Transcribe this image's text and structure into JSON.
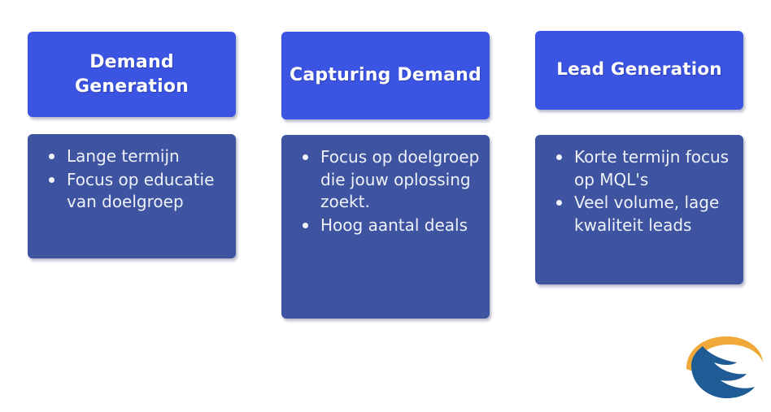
{
  "slide": {
    "background_color": "#ffffff",
    "header_color": "#3b54e2",
    "body_color": "#3e54a0",
    "text_color": "#ffffff"
  },
  "columns": [
    {
      "title": "Demand Generation",
      "bullets": [
        "Lange termijn",
        "Focus op educatie van doelgroep"
      ]
    },
    {
      "title": "Capturing Demand",
      "bullets": [
        "Focus op doelgroep die jouw oplossing zoekt.",
        "Hoog aantal deals"
      ]
    },
    {
      "title": "Lead Generation",
      "bullets": [
        "Korte termijn focus op MQL's",
        "Veel volume, lage kwaliteit leads"
      ]
    }
  ],
  "logo": {
    "name": "brand-logo",
    "arc_color": "#f0a838",
    "swoosh_color": "#1f5c96"
  }
}
